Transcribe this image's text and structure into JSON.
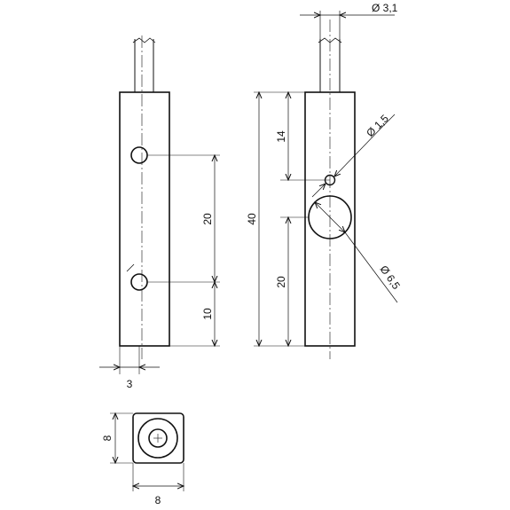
{
  "dimensions": {
    "cable_diameter": "Ø 3,1",
    "hole_small_diameter": "Ø 1,5",
    "hole_large_diameter": "Ø 6,5",
    "front_hole_spacing": "20",
    "front_hole_bottom_offset": "10",
    "front_offset_width": "3",
    "side_total_height": "40",
    "side_top_to_small_hole": "14",
    "side_large_hole_to_bottom": "20",
    "bottom_height": "8",
    "bottom_width": "8"
  }
}
